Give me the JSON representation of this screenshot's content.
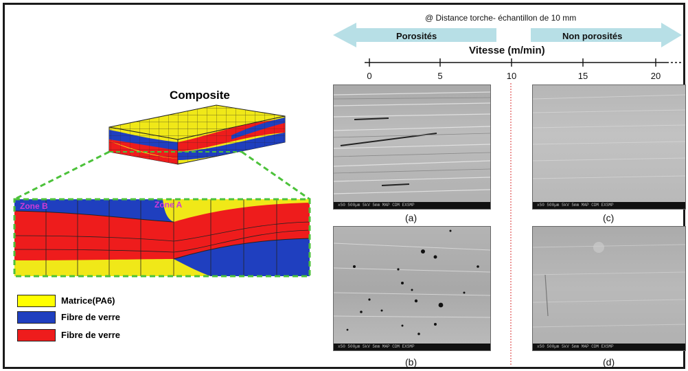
{
  "left_panel": {
    "title": "Composite",
    "zones": {
      "zone_b": "Zone B",
      "zone_a": "Zone A"
    },
    "legend": [
      {
        "label": "Matrice(PA6)",
        "color": "#ffff00"
      },
      {
        "label": "Fibre de verre",
        "color": "#1f3fbf"
      },
      {
        "label": "Fibre de verre",
        "color": "#ee1c1c"
      }
    ],
    "colors": {
      "matrix": "#f0e818",
      "fibre_blue": "#1f3fbf",
      "fibre_red": "#ee1c1c",
      "dash_green": "#4cc23a"
    }
  },
  "right_panel": {
    "condition": "@ Distance torche- échantillon de 10 mm",
    "arrow_left_label": "Porosités",
    "arrow_right_label": "Non porosités",
    "axis_title": "Vitesse (m/min)",
    "ticks": [
      "0",
      "5",
      "10",
      "15",
      "20"
    ],
    "arrow_color": "#b7dfe6",
    "threshold_color": "#e05050",
    "images": [
      {
        "caption": "(a)",
        "porous": false
      },
      {
        "caption": "(b)",
        "porous": true
      },
      {
        "caption": "(c)",
        "porous": false
      },
      {
        "caption": "(d)",
        "porous": false
      }
    ],
    "sem_bar_text": "x50   500µm   5kV  5mm  MAP CDM EXSMP"
  }
}
